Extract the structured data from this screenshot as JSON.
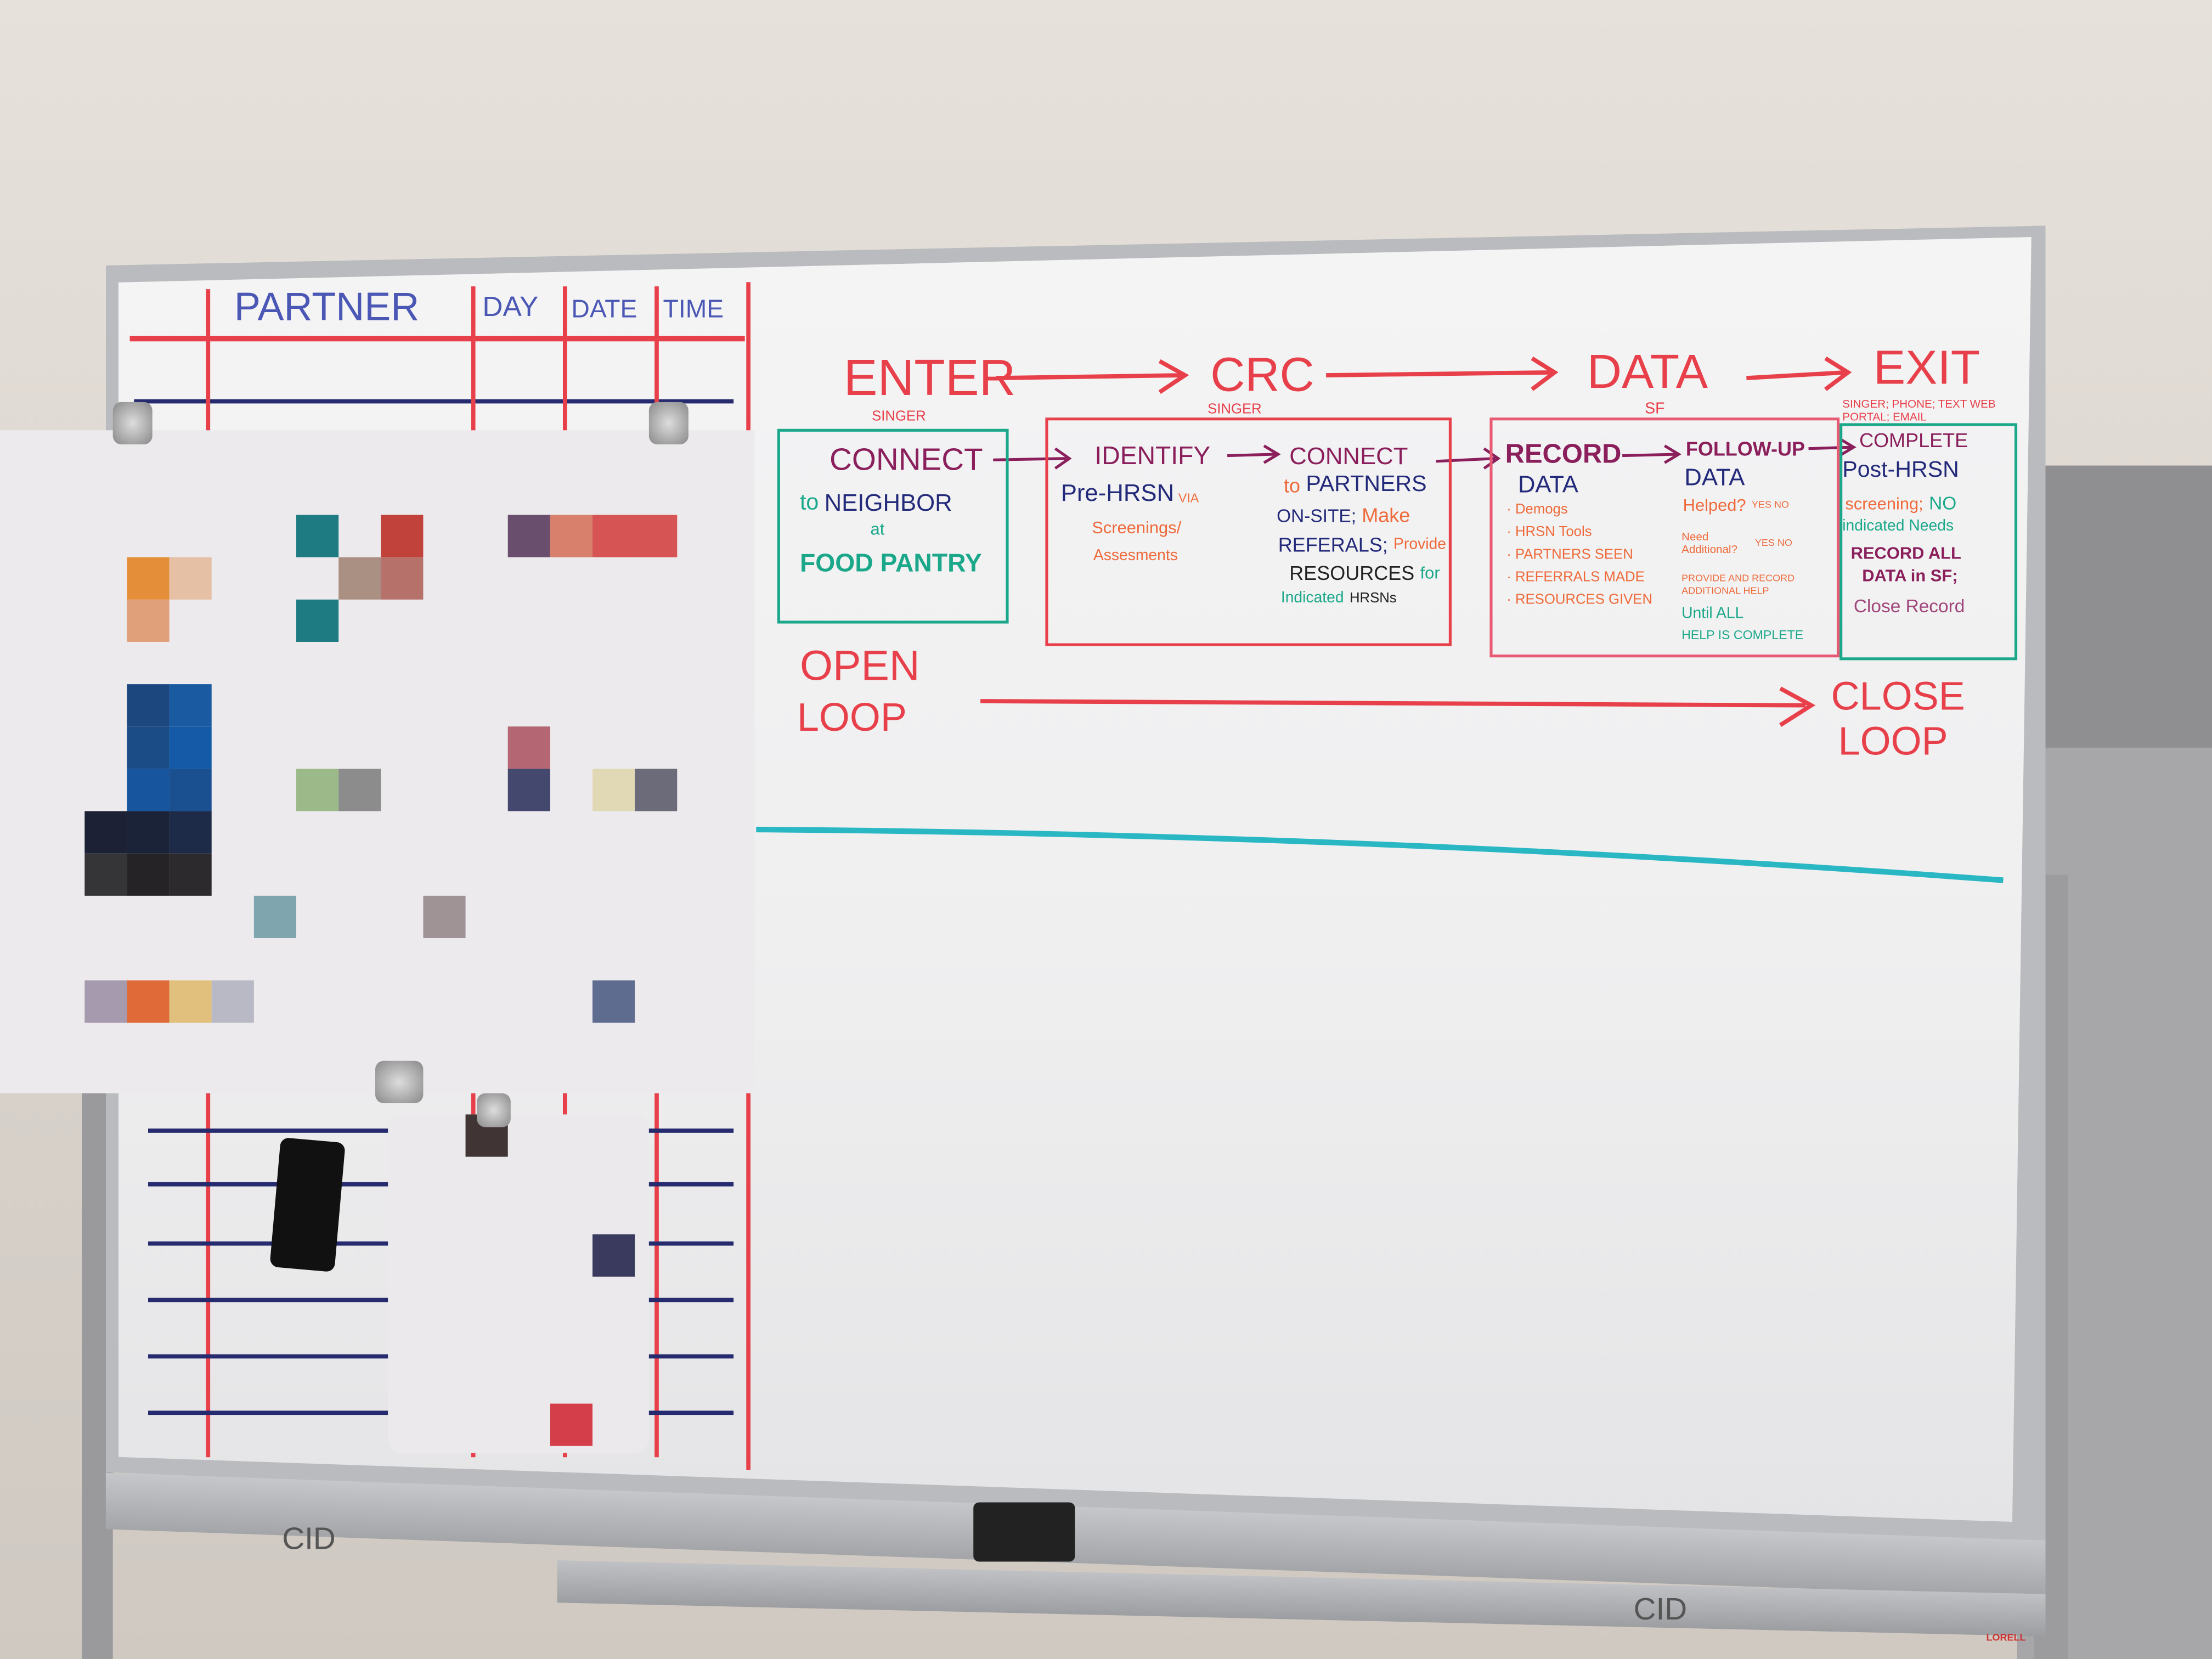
{
  "table": {
    "headers": [
      "PARTNER",
      "DAY",
      "DATE",
      "TIME"
    ]
  },
  "flow": {
    "stages": [
      {
        "label": "ENTER",
        "sub": "SINGER"
      },
      {
        "label": "CRC",
        "sub": "SINGER"
      },
      {
        "label": "DATA",
        "sub": "SF"
      },
      {
        "label": "EXIT",
        "sub": "SINGER; PHONE; TEXT WEB PORTAL; EMAIL"
      }
    ],
    "enter_box": {
      "title": "CONNECT",
      "l1a": "to",
      "l1b": "NEIGHBOR",
      "l2": "at",
      "l3": "FOOD PANTRY"
    },
    "crc_box": {
      "identify": "IDENTIFY",
      "pre": "Pre-HRSN",
      "via": "VIA",
      "screen": "Screenings/",
      "assess": "Assesments",
      "connect": "CONNECT",
      "to": "to",
      "partners": "PARTNERS",
      "onsite": "ON-SITE;",
      "make": "Make",
      "referals": "REFERALS;",
      "provide": "Provide",
      "resources": "RESOURCES",
      "for": "for",
      "indicated": "Indicated",
      "hrsns": "HRSNs"
    },
    "data_box": {
      "record": "RECORD",
      "data1": "DATA",
      "bullets": [
        "Demogs",
        "HRSN Tools",
        "PARTNERS SEEN",
        "REFERRALS MADE",
        "RESOURCES GIVEN"
      ],
      "followup": "FOLLOW-UP",
      "data2": "DATA",
      "helped": "Helped?",
      "need": "Need Additional?",
      "yes": "YES",
      "no": "NO",
      "provide": "PROVIDE AND RECORD ADDITIONAL HELP",
      "until": "Until ALL",
      "complete": "HELP IS COMPLETE"
    },
    "exit_box": {
      "title": "COMPLETE",
      "post": "Post-HRSN",
      "screening": "screening;",
      "no": "NO",
      "indicated": "indicated Needs",
      "record": "RECORD ALL",
      "data": "DATA in SF;",
      "close": "Close Record"
    },
    "open_loop": [
      "OPEN",
      "LOOP"
    ],
    "close_loop": [
      "CLOSE",
      "LOOP"
    ]
  },
  "tray": {
    "label_left": "CID",
    "label_right": "CID",
    "brand": "LORELL"
  },
  "colors": {
    "red": "#e8404a",
    "teal": "#1ba88a",
    "cyan_line": "#2ab7c4",
    "navy": "#232a7a",
    "purple": "#8a1f5c",
    "orange": "#ef6a3a"
  }
}
